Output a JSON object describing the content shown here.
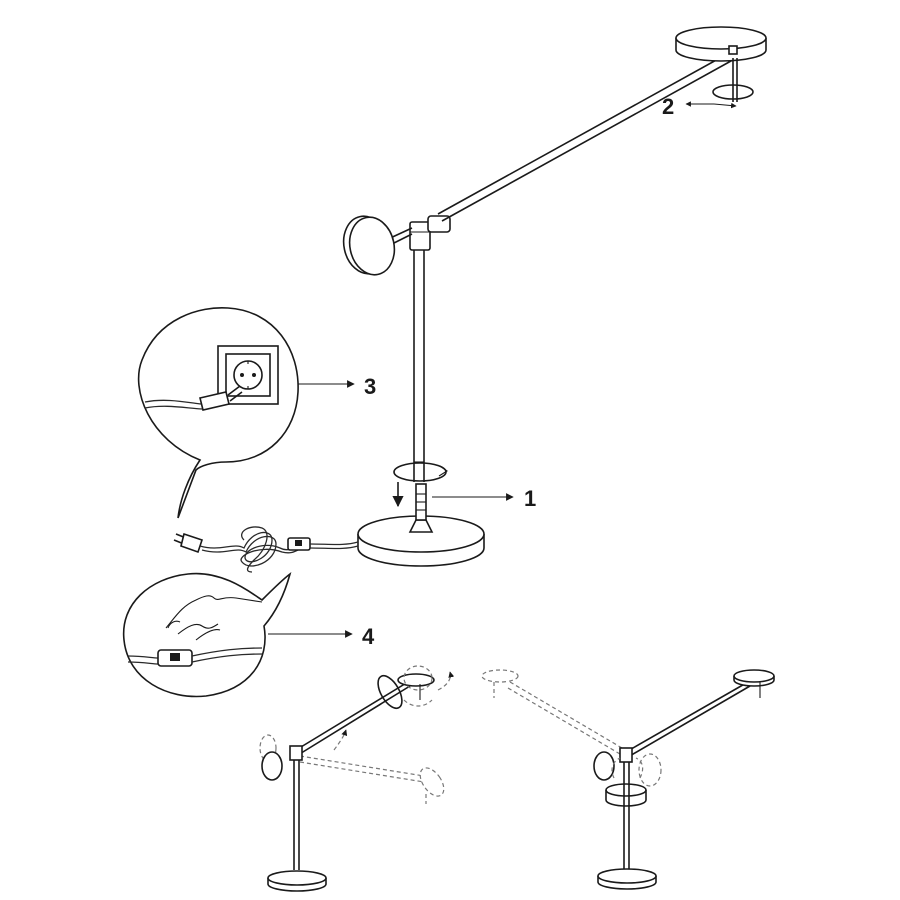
{
  "steps": [
    {
      "label": "1"
    },
    {
      "label": "2"
    },
    {
      "label": "3"
    },
    {
      "label": "4"
    }
  ],
  "colors": {
    "line": "#1a1a1a",
    "ghost": "#777777",
    "background": "#ffffff"
  }
}
